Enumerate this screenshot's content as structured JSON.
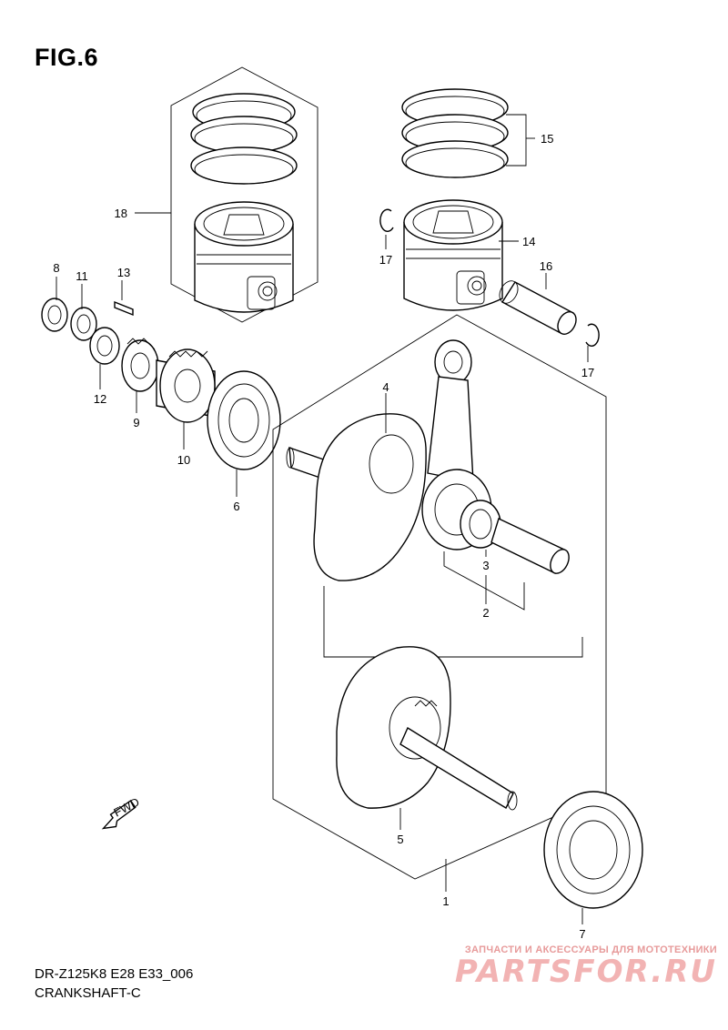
{
  "figure": {
    "title": "FIG.6",
    "model_code": "DR-Z125K8 E28 E33_006",
    "section_name": "CRANKSHAFT-C",
    "fwd_label": "FWD"
  },
  "callouts": [
    {
      "id": "c1",
      "number": "1"
    },
    {
      "id": "c2",
      "number": "2"
    },
    {
      "id": "c3",
      "number": "3"
    },
    {
      "id": "c4",
      "number": "4"
    },
    {
      "id": "c5",
      "number": "5"
    },
    {
      "id": "c6",
      "number": "6"
    },
    {
      "id": "c7",
      "number": "7"
    },
    {
      "id": "c8",
      "number": "8"
    },
    {
      "id": "c9",
      "number": "9"
    },
    {
      "id": "c10",
      "number": "10"
    },
    {
      "id": "c11",
      "number": "11"
    },
    {
      "id": "c12",
      "number": "12"
    },
    {
      "id": "c13",
      "number": "13"
    },
    {
      "id": "c14",
      "number": "14"
    },
    {
      "id": "c15",
      "number": "15"
    },
    {
      "id": "c16",
      "number": "16"
    },
    {
      "id": "c17a",
      "number": "17"
    },
    {
      "id": "c17b",
      "number": "17"
    },
    {
      "id": "c18",
      "number": "18"
    }
  ],
  "watermark": {
    "tagline": "ЗАПЧАСТИ И АКСЕССУАРЫ ДЛЯ МОТОТЕХНИКИ",
    "brand": "PARTSFOR.RU"
  }
}
